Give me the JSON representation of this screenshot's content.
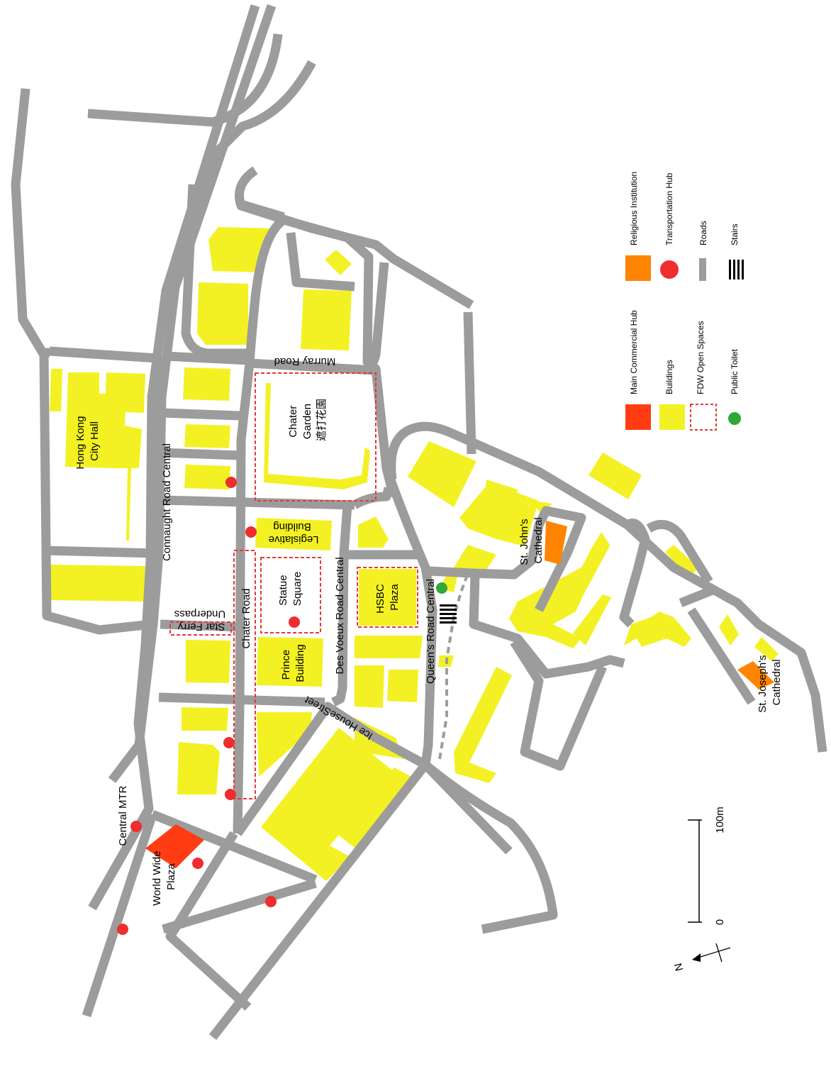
{
  "colors": {
    "road": "#9c9c9c",
    "building": "#f3f123",
    "commercial": "#ff3c12",
    "religious": "#ff8400",
    "transport": "#ee2e2e",
    "toilet": "#2fa836",
    "open_space": "#e53935"
  },
  "labels": {
    "hong_kong_city_hall": [
      "Hong Kong",
      "City Hall"
    ],
    "connaught_road": "Connaught Road Central",
    "chater_road": "Chater Road",
    "murray_road": "Murray Road",
    "chater_garden": [
      "Chater",
      "Garden",
      "遮打花園"
    ],
    "legislative_building": [
      "Legislative",
      "Building"
    ],
    "statue_square": [
      "Statue",
      "Square"
    ],
    "star_ferry_underpass": [
      "Star Ferry",
      "Underpass"
    ],
    "prince_building": [
      "Prince",
      "Building"
    ],
    "des_voeux_road": "Des Voeux Road Central",
    "hsbc_plaza": [
      "HSBC",
      "Plaza"
    ],
    "queens_road": "Queen's Road Central",
    "ice_house_street": "Ice HouseStreet",
    "central_mtr": "Central MTR",
    "world_wide_plaza": [
      "World Wide",
      "Plaza"
    ],
    "st_johns": [
      "St. John's",
      "Cathedral"
    ],
    "st_josephs": [
      "St. Joseph's",
      "Cathedral"
    ]
  },
  "legend": {
    "items": [
      {
        "key": "commercial",
        "label": "Main Commercial Hub",
        "icon": "commercial-swatch"
      },
      {
        "key": "religious",
        "label": "Religious Institution",
        "icon": "religious-swatch"
      },
      {
        "key": "buildings",
        "label": "Buildings",
        "icon": "building-swatch"
      },
      {
        "key": "transport",
        "label": "Transportation Hub",
        "icon": "transport-dot-icon"
      },
      {
        "key": "open",
        "label": "FDW Open Spaces",
        "icon": "dashed-box-icon"
      },
      {
        "key": "roads",
        "label": "Roads",
        "icon": "road-bar-icon"
      },
      {
        "key": "toilet",
        "label": "Public Toilet",
        "icon": "toilet-dot-icon"
      },
      {
        "key": "stairs",
        "label": "Stairs",
        "icon": "stairs-icon"
      }
    ]
  },
  "scale": {
    "start": "0",
    "end": "100m"
  },
  "north": {
    "label": "N",
    "icon": "north-arrow-icon"
  }
}
